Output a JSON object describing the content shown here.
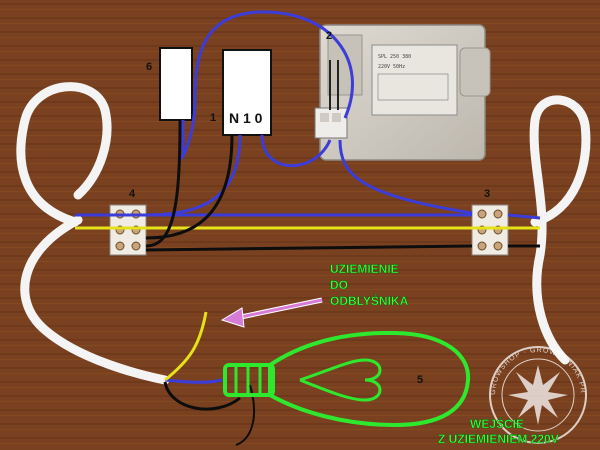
{
  "component_numbers": {
    "n1": "1",
    "n2": "2",
    "n3": "3",
    "n4": "4",
    "n5": "5",
    "n6": "6"
  },
  "block1_label": "N 1 0",
  "ground_label": {
    "line1": "UZIEMIENIE",
    "line2": "DO",
    "line3": "ODBLYŚNIKA"
  },
  "input_label": {
    "line1": "WEJŚCIE",
    "line2": "Z UZIEMIENIEM 220V"
  },
  "ballast_plate_text": [
    "SPL 250 380",
    "220V 50Hz"
  ],
  "watermark_text": "GROWSHOP · GROWMANIAK PRO · GROWSHOP",
  "colors": {
    "wood": "#7a4120",
    "blue_wire": "#3c3cd8",
    "black_wire": "#0d0d0d",
    "yellow_wire": "#e6e21a",
    "white_cable": "#f4f4f4",
    "lamp_outline": "#2ee82e",
    "arrow": "#d67cd6",
    "label_green": "#3dff3d"
  }
}
